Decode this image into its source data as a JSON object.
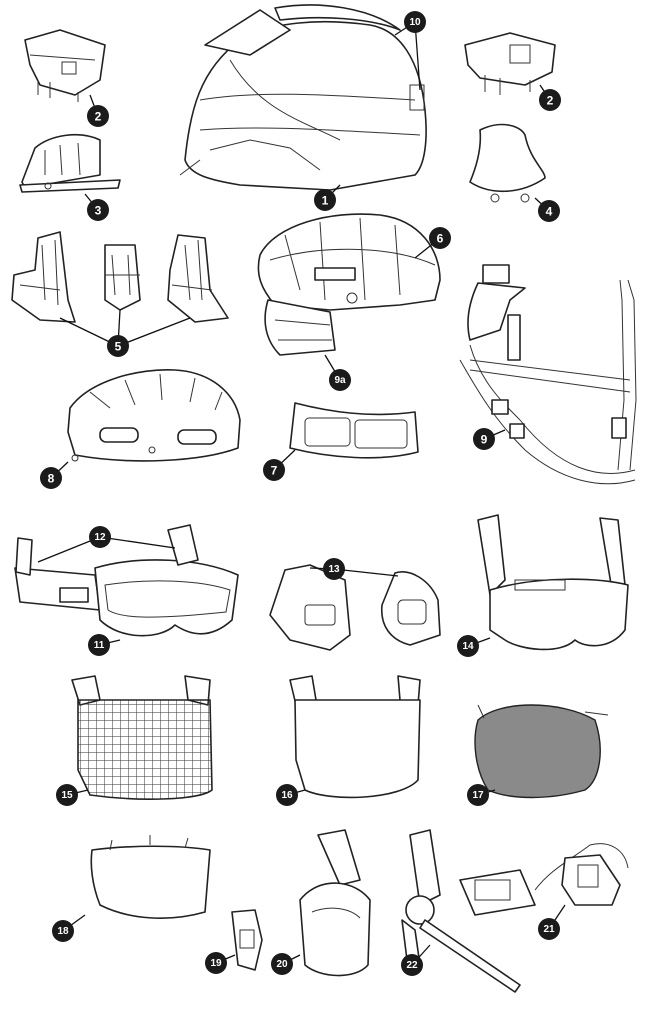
{
  "callouts": [
    {
      "id": "c1",
      "label": "1"
    },
    {
      "id": "c2a",
      "label": "2"
    },
    {
      "id": "c2b",
      "label": "2"
    },
    {
      "id": "c3",
      "label": "3"
    },
    {
      "id": "c4",
      "label": "4"
    },
    {
      "id": "c5",
      "label": "5"
    },
    {
      "id": "c6",
      "label": "6"
    },
    {
      "id": "c7",
      "label": "7"
    },
    {
      "id": "c8",
      "label": "8"
    },
    {
      "id": "c9",
      "label": "9"
    },
    {
      "id": "c9a",
      "label": "9a"
    },
    {
      "id": "c10",
      "label": "10"
    },
    {
      "id": "c11",
      "label": "11"
    },
    {
      "id": "c12",
      "label": "12"
    },
    {
      "id": "c13",
      "label": "13"
    },
    {
      "id": "c14",
      "label": "14"
    },
    {
      "id": "c15",
      "label": "15"
    },
    {
      "id": "c16",
      "label": "16"
    },
    {
      "id": "c17",
      "label": "17"
    },
    {
      "id": "c18",
      "label": "18"
    },
    {
      "id": "c19",
      "label": "19"
    },
    {
      "id": "c20",
      "label": "20"
    },
    {
      "id": "c21",
      "label": "21"
    },
    {
      "id": "c22",
      "label": "22"
    }
  ]
}
